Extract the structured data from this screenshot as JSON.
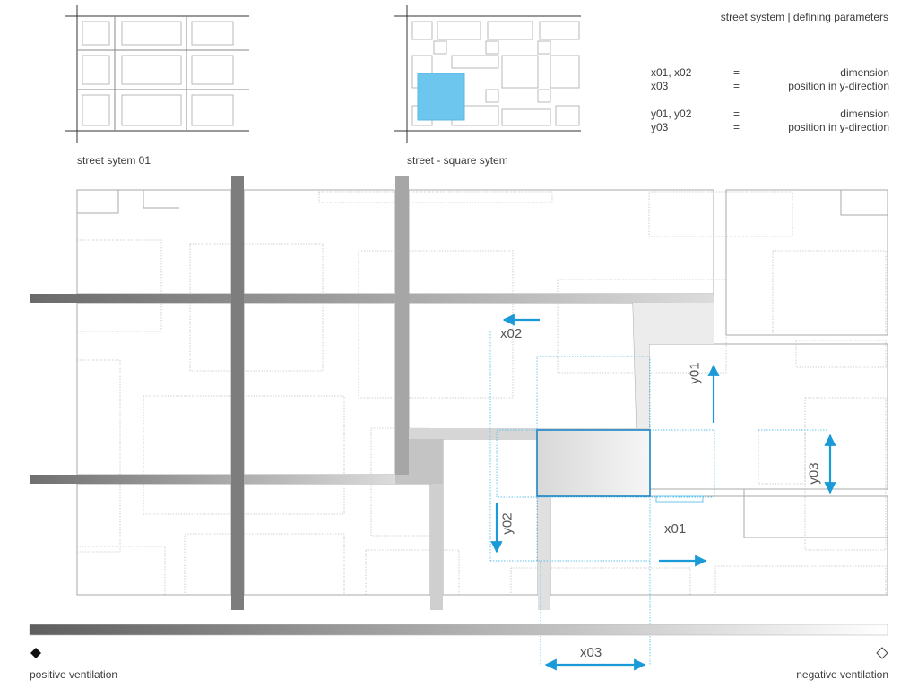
{
  "header": {
    "title": "street system | defining parameters"
  },
  "thumbnails": [
    {
      "id": "street-system-01",
      "caption": "street sytem 01"
    },
    {
      "id": "street-square-system",
      "caption": "street - square sytem"
    }
  ],
  "parameters": [
    {
      "keys": "x01, x02",
      "eq": "=",
      "meaning": "dimension"
    },
    {
      "keys": "x03",
      "eq": "=",
      "meaning": "position in y-direction"
    },
    {
      "keys": "y01, y02",
      "eq": "=",
      "meaning": "dimension"
    },
    {
      "keys": "y03",
      "eq": "=",
      "meaning": "position in y-direction"
    }
  ],
  "dimension_labels": {
    "x01": "x01",
    "x02": "x02",
    "x03": "x03",
    "y01": "y01",
    "y02": "y02",
    "y03": "y03"
  },
  "legend": {
    "positive": "positive ventilation",
    "negative": "negative ventilation"
  },
  "colors": {
    "accent": "#1a9ad6",
    "highlight": "#6cc6ee",
    "street_dark": "#777777",
    "line": "#9a9a9a"
  }
}
